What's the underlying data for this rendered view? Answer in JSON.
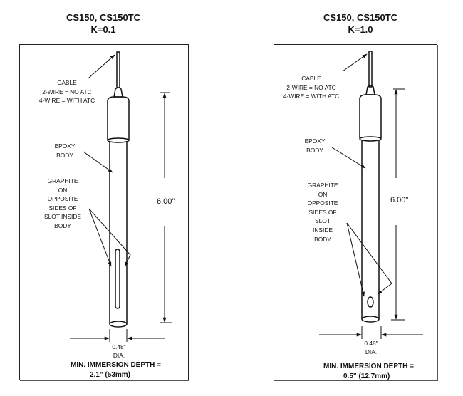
{
  "panels": [
    {
      "title_line1": "CS150, CS150TC",
      "title_line2": "K=0.1",
      "cable_label": [
        "CABLE",
        "2-WIRE = NO ATC",
        "4-WIRE = WITH ATC"
      ],
      "epoxy_label": [
        "EPOXY",
        "BODY"
      ],
      "graphite_label": [
        "GRAPHITE",
        "ON",
        "OPPOSITE",
        "SIDES OF",
        "SLOT INSIDE",
        "BODY"
      ],
      "length_dim": "6.00\"",
      "diameter_value": "0.48\"",
      "diameter_unit": "DIA.",
      "immersion_line1": "MIN. IMMERSION DEPTH =",
      "immersion_line2": "2.1\" (53mm)",
      "slot_type": "long-slot"
    },
    {
      "title_line1": "CS150, CS150TC",
      "title_line2": "K=1.0",
      "cable_label": [
        "CABLE",
        "2-WIRE = NO ATC",
        "4-WIRE = WITH ATC"
      ],
      "epoxy_label": [
        "EPOXY",
        "BODY"
      ],
      "graphite_label": [
        "GRAPHITE",
        "ON",
        "OPPOSITE",
        "SIDES OF",
        "SLOT",
        "INSIDE",
        "BODY"
      ],
      "length_dim": "6.00\"",
      "diameter_value": "0.48\"",
      "diameter_unit": "DIA.",
      "immersion_line1": "MIN. IMMERSION DEPTH =",
      "immersion_line2": "0.5\" (12.7mm)",
      "slot_type": "short-slot"
    }
  ],
  "colors": {
    "line": "#111111",
    "frame": "#222222"
  }
}
